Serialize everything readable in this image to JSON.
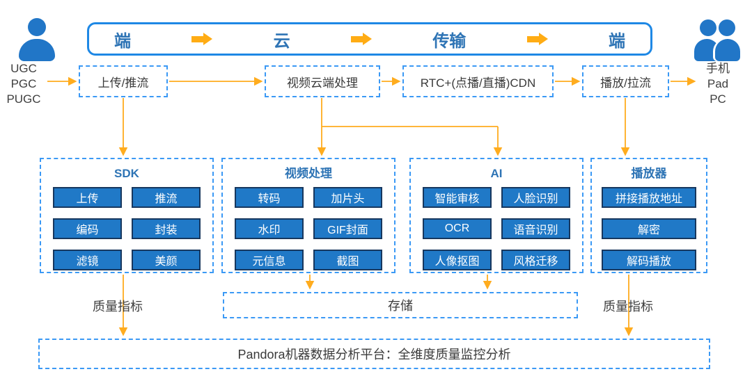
{
  "colors": {
    "accent_blue": "#1E88E5",
    "dashed_border_blue": "#3B99F5",
    "title_blue": "#2E74B5",
    "button_fill": "#2079C7",
    "button_border": "#17375E",
    "arrow_orange": "#FFAC1E",
    "icon_blue": "#2176C7"
  },
  "source": {
    "icon": "user-icon",
    "labels": [
      "UGC",
      "PGC",
      "PUGC"
    ]
  },
  "destination": {
    "icon": "users-icon",
    "labels": [
      "手机",
      "Pad",
      "PC"
    ]
  },
  "banner": {
    "stages": [
      "端",
      "云",
      "传输",
      "端"
    ]
  },
  "pipeline": {
    "upload": "上传/推流",
    "cloud_processing": "视频云端处理",
    "cdn": "RTC+(点播/直播)CDN",
    "playback": "播放/拉流"
  },
  "modules": [
    {
      "title": "SDK",
      "items": [
        "上传",
        "推流",
        "编码",
        "封装",
        "滤镜",
        "美颜"
      ]
    },
    {
      "title": "视频处理",
      "items": [
        "转码",
        "加片头",
        "水印",
        "GIF封面",
        "元信息",
        "截图"
      ]
    },
    {
      "title": "AI",
      "items": [
        "智能审核",
        "人脸识别",
        "OCR",
        "语音识别",
        "人像抠图",
        "风格迁移"
      ]
    },
    {
      "title": "播放器",
      "items": [
        "拼接播放地址",
        "解密",
        "解码播放"
      ]
    }
  ],
  "storage_label": "存储",
  "quality_metric_left": "质量指标",
  "quality_metric_right": "质量指标",
  "platform_label": "Pandora机器数据分析平台：全维度质量监控分析"
}
